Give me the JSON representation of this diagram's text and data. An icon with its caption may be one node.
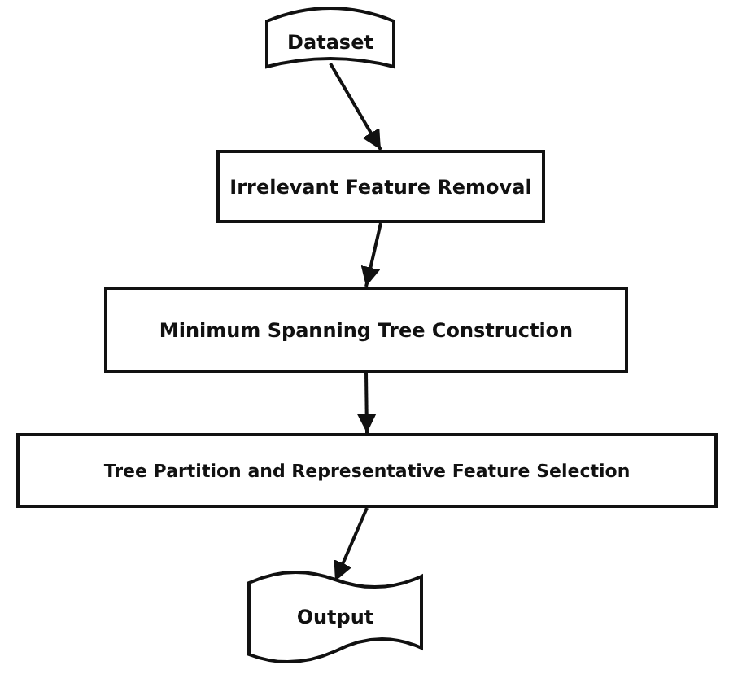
{
  "diagram": {
    "nodes": [
      {
        "text": [
          "Dataset"
        ]
      },
      {
        "text": [
          "Irrelevant Feature Removal"
        ]
      },
      {
        "text": [
          "Minimum Spanning Tree Construction"
        ]
      },
      {
        "text": [
          "Tree Partition and Representative Feature Selection"
        ]
      },
      {
        "text": [
          "Output"
        ]
      }
    ],
    "edges": [
      {
        "from": 0,
        "to": 1,
        "arrow": "to"
      },
      {
        "from": 1,
        "to": 2,
        "arrow": "to"
      },
      {
        "from": 2,
        "to": 3,
        "arrow": "to"
      },
      {
        "from": 3,
        "to": 4,
        "arrow": "to"
      }
    ]
  }
}
